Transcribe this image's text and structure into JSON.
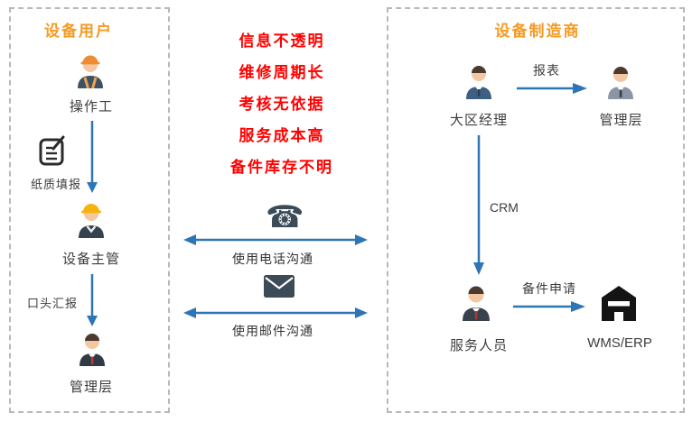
{
  "left_panel": {
    "title": "设备用户",
    "nodes": [
      {
        "icon": "operator-icon",
        "label": "操作工"
      },
      {
        "icon": "supervisor-icon",
        "label": "设备主管"
      },
      {
        "icon": "manager-icon",
        "label": "管理层"
      }
    ],
    "edges": [
      {
        "icon": "paper-form-icon",
        "label": "纸质填报"
      },
      {
        "label": "口头汇报"
      }
    ]
  },
  "problems": {
    "items": [
      "信息不透明",
      "维修周期长",
      "考核无依据",
      "服务成本高",
      "备件库存不明"
    ]
  },
  "channels": [
    {
      "icon": "phone-icon",
      "label": "使用电话沟通"
    },
    {
      "icon": "mail-icon",
      "label": "使用邮件沟通"
    }
  ],
  "right_panel": {
    "title": "设备制造商",
    "nodes": [
      {
        "icon": "regional-manager-icon",
        "label": "大区经理"
      },
      {
        "icon": "management-icon",
        "label": "管理层"
      },
      {
        "icon": "service-staff-icon",
        "label": "服务人员"
      },
      {
        "icon": "wms-erp-icon",
        "label": "WMS/ERP"
      }
    ],
    "edges": [
      {
        "label": "报表"
      },
      {
        "label": "CRM"
      },
      {
        "label": "备件申请"
      }
    ]
  },
  "colors": {
    "panel_title": "#F59A23",
    "problem_text": "#FF0000",
    "arrow": "#2E75B6",
    "label_text": "#3d3d3d"
  }
}
